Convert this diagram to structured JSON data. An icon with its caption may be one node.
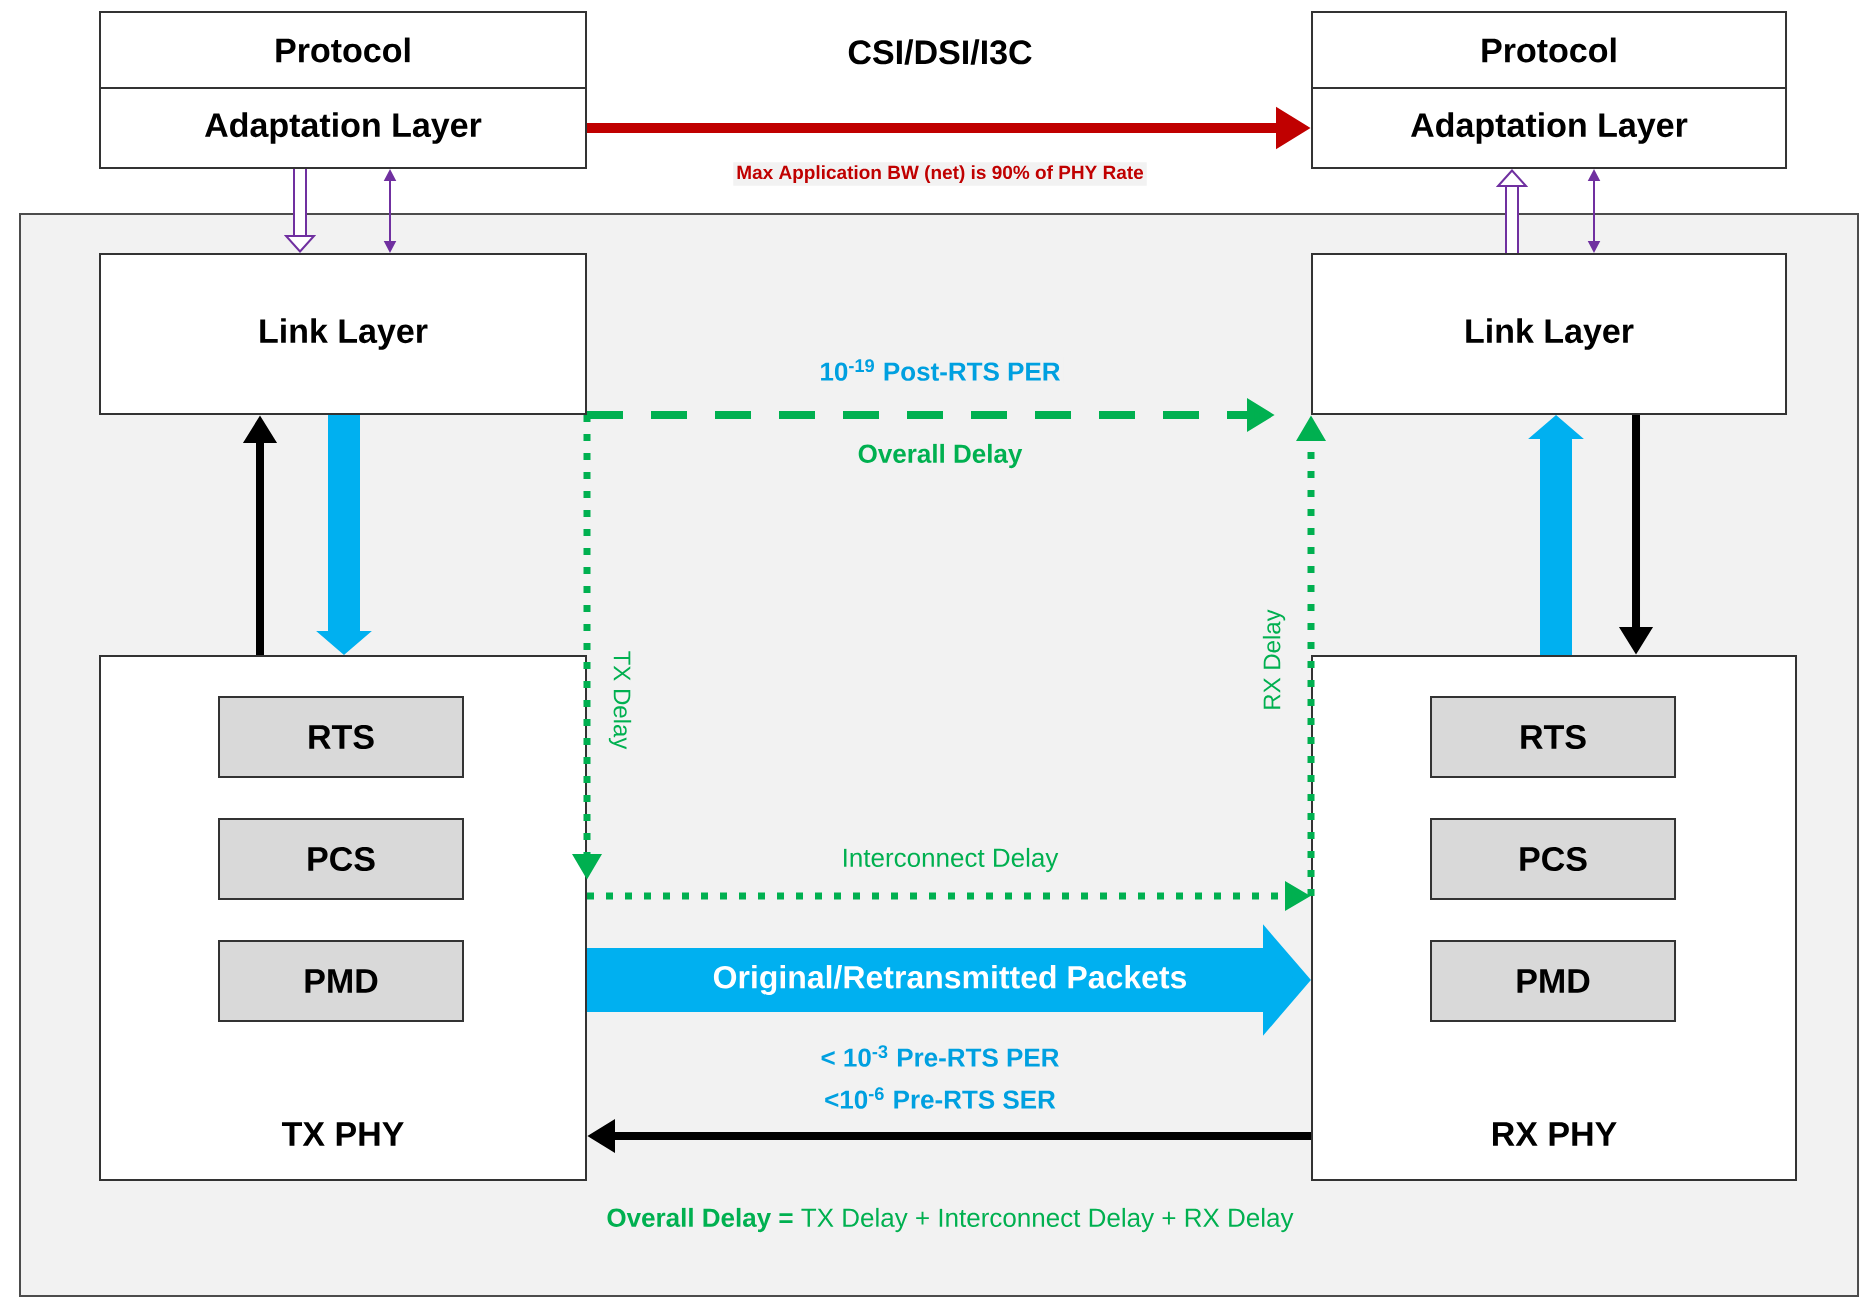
{
  "diagram": {
    "nodes": [
      {
        "text": [
          "Protocol"
        ]
      },
      {
        "text": [
          "Adaptation Layer"
        ]
      },
      {
        "text": [
          "Protocol"
        ]
      },
      {
        "text": [
          "Adaptation Layer"
        ]
      },
      {
        "text": [
          "Link Layer"
        ]
      },
      {
        "text": [
          "Link Layer"
        ]
      },
      {
        "text": [
          "TX PHY"
        ]
      },
      {
        "text": [
          "RTS"
        ],
        "in": 6
      },
      {
        "text": [
          "PCS"
        ],
        "in": 6
      },
      {
        "text": [
          "PMD"
        ],
        "in": 6
      },
      {
        "text": [
          "RX PHY"
        ]
      },
      {
        "text": [
          "RTS"
        ],
        "in": 10
      },
      {
        "text": [
          "PCS"
        ],
        "in": 10
      },
      {
        "text": [
          "PMD"
        ],
        "in": 10
      }
    ],
    "edges": [
      {
        "from": 1,
        "to": 3,
        "arrow": "to",
        "color": "#c00000",
        "label": "Max Application BW (net) is 90% of PHY Rate"
      },
      {
        "from": 1,
        "to": 4,
        "arrow": "to",
        "color": "#7030a0"
      },
      {
        "from": 1,
        "to": 4,
        "arrow": "both",
        "color": "#7030a0"
      },
      {
        "from": 5,
        "to": 3,
        "arrow": "to",
        "color": "#7030a0"
      },
      {
        "from": 3,
        "to": 5,
        "arrow": "both",
        "color": "#7030a0"
      },
      {
        "from": 6,
        "to": 4,
        "arrow": "to",
        "color": "#000000"
      },
      {
        "from": 4,
        "to": 6,
        "arrow": "to",
        "style": "thick",
        "color": "#00b0f0"
      },
      {
        "from": 10,
        "to": 5,
        "arrow": "to",
        "style": "thick",
        "color": "#00b0f0"
      },
      {
        "from": 5,
        "to": 10,
        "arrow": "to",
        "color": "#000000"
      },
      {
        "from": 4,
        "to": 5,
        "arrow": "to",
        "style": "dashed",
        "color": "#00b050",
        "label": "10$^{-19}$ Post-RTS PER"
      },
      {
        "from": 4,
        "to": 6,
        "arrow": "to",
        "style": "dashed",
        "color": "#00b050",
        "label": "TX Delay"
      },
      {
        "from": 6,
        "to": 10,
        "arrow": "to",
        "style": "dashed",
        "color": "#00b050",
        "label": "Interconnect Delay"
      },
      {
        "from": 10,
        "to": 5,
        "arrow": "to",
        "style": "dashed",
        "color": "#00b050",
        "label": "RX Delay"
      },
      {
        "from": 6,
        "to": 10,
        "arrow": "to",
        "style": "thick",
        "color": "#00b0f0",
        "label": "Original/Retransmitted Packets"
      },
      {
        "from": 10,
        "to": 6,
        "arrow": "to",
        "color": "#000000"
      }
    ],
    "labels": [
      "CSI/DSI/I3C",
      "Overall Delay",
      "< 10$^{-3}$ Pre-RTS PER",
      "<10$^{-6}$ Pre-RTS SER",
      "**Overall Delay =** TX Delay + Interconnect Delay + RX Delay"
    ]
  }
}
